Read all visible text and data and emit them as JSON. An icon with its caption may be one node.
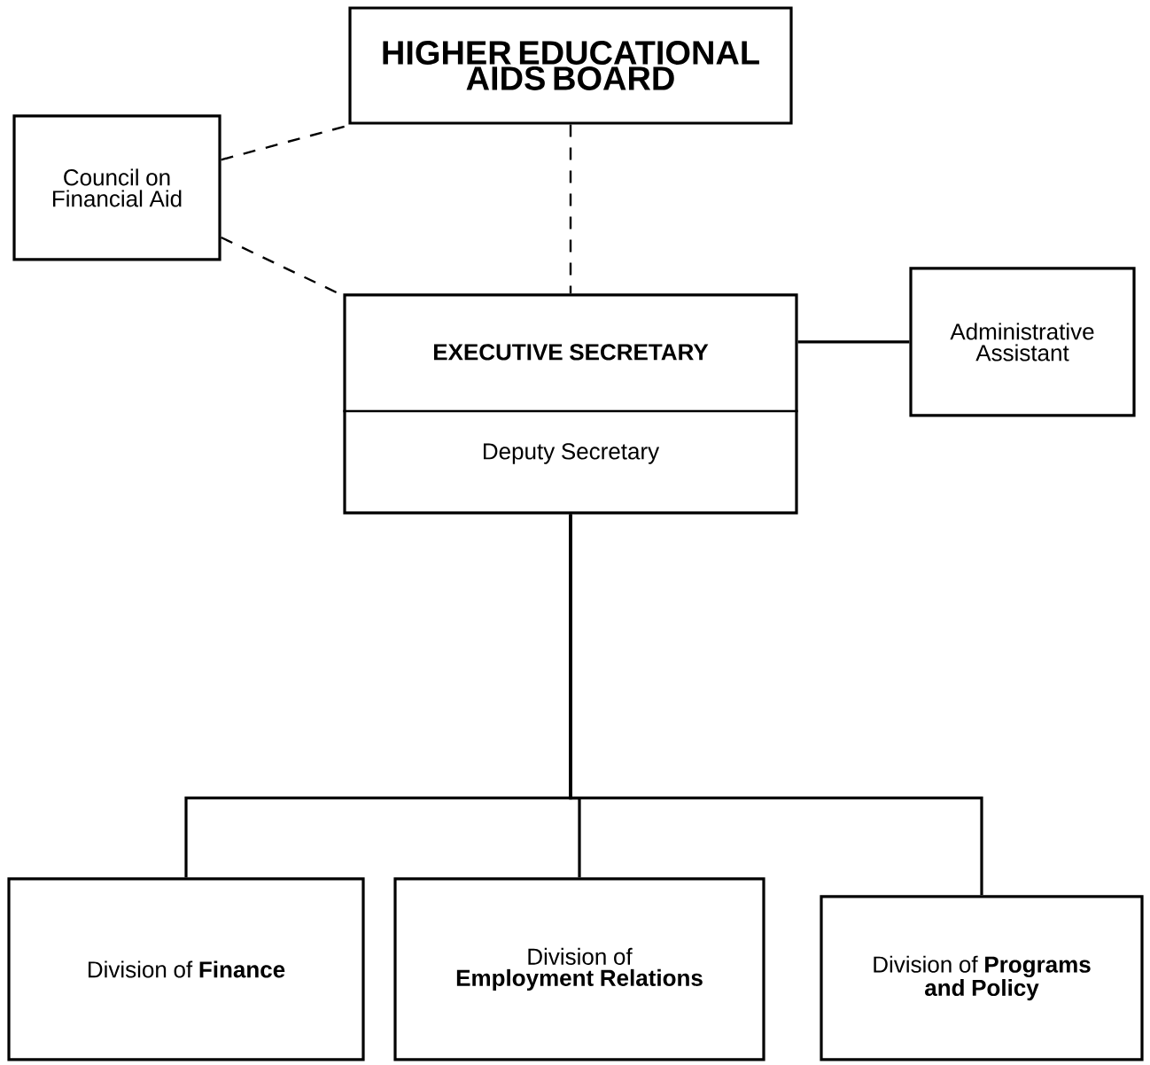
{
  "diagram": {
    "nodes": [
      {
        "text": [
          "HIGHER EDUCATIONAL AIDS BOARD"
        ]
      },
      {
        "text": [
          "Council on Financial Aid"
        ]
      },
      {
        "text": [
          "EXECUTIVE SECRETARY",
          "Deputy Secretary"
        ]
      },
      {
        "text": [
          "Administrative Assistant"
        ]
      },
      {
        "text": [
          "Division of **Finance**"
        ]
      },
      {
        "text": [
          "Division of **Employment Relations**"
        ]
      },
      {
        "text": [
          "Division of **Programs and Policy**"
        ]
      }
    ],
    "edges": [
      {
        "from": 1,
        "to": 0,
        "arrow": "none",
        "style": "dashed"
      },
      {
        "from": 0,
        "to": 2,
        "arrow": "none",
        "style": "dashed"
      },
      {
        "from": 1,
        "to": 2,
        "arrow": "none",
        "style": "dashed"
      },
      {
        "from": 2,
        "to": 3,
        "arrow": "none"
      },
      {
        "from": 2,
        "to": 4,
        "arrow": "none"
      },
      {
        "from": 2,
        "to": 5,
        "arrow": "none"
      },
      {
        "from": 2,
        "to": 6,
        "arrow": "none"
      }
    ]
  }
}
